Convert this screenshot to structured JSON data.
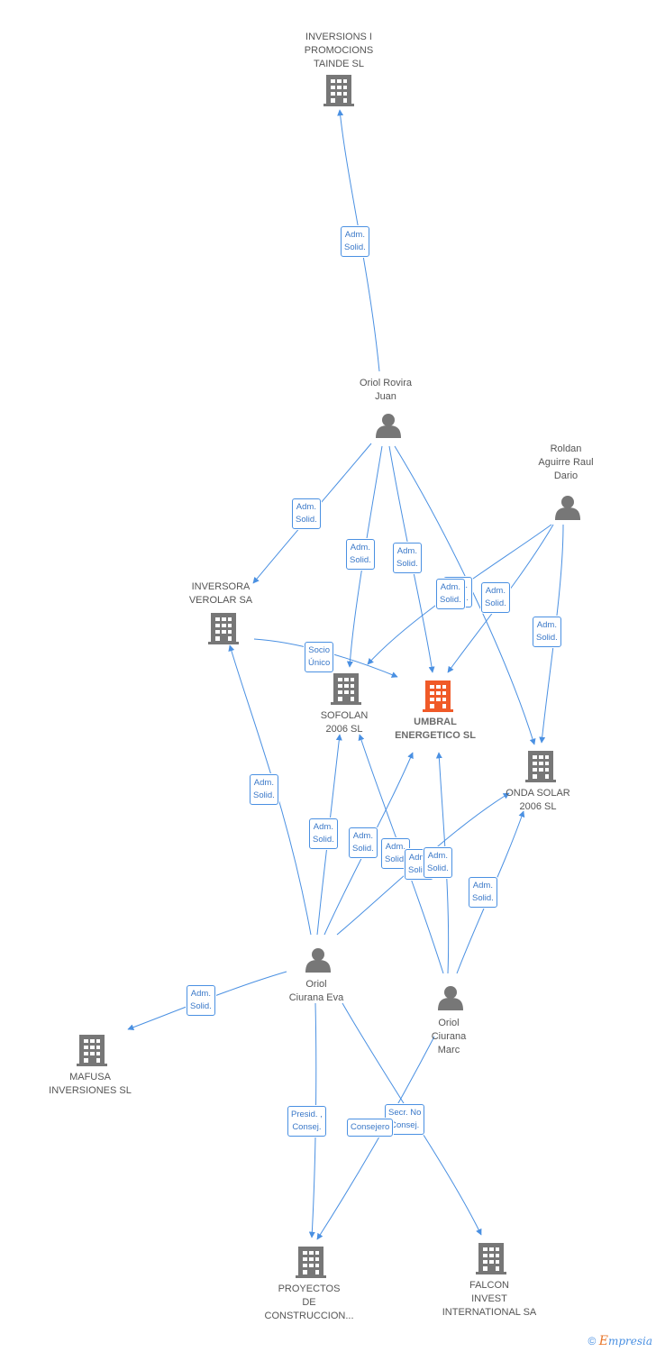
{
  "nodes": {
    "inversions": {
      "lines": [
        "INVERSIONS I",
        "PROMOCIONS",
        "TAINDE SL"
      ],
      "kind": "company"
    },
    "rovira": {
      "lines": [
        "Oriol Rovira",
        "Juan"
      ],
      "kind": "person"
    },
    "roldan": {
      "lines": [
        "Roldan",
        "Aguirre Raul",
        "Dario"
      ],
      "kind": "person"
    },
    "verolar": {
      "lines": [
        "INVERSORA",
        "VEROLAR SA"
      ],
      "kind": "company"
    },
    "sofolan": {
      "lines": [
        "SOFOLAN",
        "2006 SL"
      ],
      "kind": "company"
    },
    "umbral": {
      "lines": [
        "UMBRAL",
        "ENERGETICO SL"
      ],
      "kind": "main"
    },
    "onda": {
      "lines": [
        "ONDA SOLAR",
        "2006 SL"
      ],
      "kind": "company"
    },
    "eva": {
      "lines": [
        "Oriol",
        "Ciurana Eva"
      ],
      "kind": "person"
    },
    "marc": {
      "lines": [
        "Oriol",
        "Ciurana",
        "Marc"
      ],
      "kind": "person"
    },
    "mafusa": {
      "lines": [
        "MAFUSA",
        "INVERSIONES SL"
      ],
      "kind": "company"
    },
    "proyectos": {
      "lines": [
        "PROYECTOS",
        "DE",
        "CONSTRUCCION..."
      ],
      "kind": "company"
    },
    "falcon": {
      "lines": [
        "FALCON",
        "INVEST",
        "INTERNATIONAL SA"
      ],
      "kind": "company"
    }
  },
  "edges": [
    {
      "lines": [
        "Adm.",
        "Solid."
      ]
    },
    {
      "lines": [
        "Adm.",
        "Solid."
      ]
    },
    {
      "lines": [
        "Adm.",
        "Solid."
      ]
    },
    {
      "lines": [
        "Adm.",
        "Solid."
      ]
    },
    {
      "lines": [
        "Adm.",
        "Solid."
      ]
    },
    {
      "lines": [
        "Adm.",
        "Solid."
      ]
    },
    {
      "lines": [
        "Adm.",
        "Solid."
      ]
    },
    {
      "lines": [
        "Adm.",
        "Solid."
      ]
    },
    {
      "lines": [
        "Socio",
        "Único"
      ]
    },
    {
      "lines": [
        "Adm.",
        "Solid."
      ]
    },
    {
      "lines": [
        "Adm.",
        "Solid."
      ]
    },
    {
      "lines": [
        "Adm.",
        "Solid."
      ]
    },
    {
      "lines": [
        "Adm.",
        "Solid."
      ]
    },
    {
      "lines": [
        "Adm.",
        "Solid."
      ]
    },
    {
      "lines": [
        "Adm.",
        "Solid."
      ]
    },
    {
      "lines": [
        "Adm.",
        "Solid."
      ]
    },
    {
      "lines": [
        "Adm.",
        "Solid."
      ]
    },
    {
      "lines": [
        "Presid. ,",
        "Consej."
      ]
    },
    {
      "lines": [
        "Secr.  No",
        "Consej."
      ]
    },
    {
      "lines": [
        "Consejero"
      ]
    }
  ],
  "footer": {
    "copyright": "©",
    "brand_first": "E",
    "brand_rest": "mpresia"
  },
  "colors": {
    "edge": "#4a90e2",
    "node": "#777777",
    "main_node": "#f05a28"
  }
}
